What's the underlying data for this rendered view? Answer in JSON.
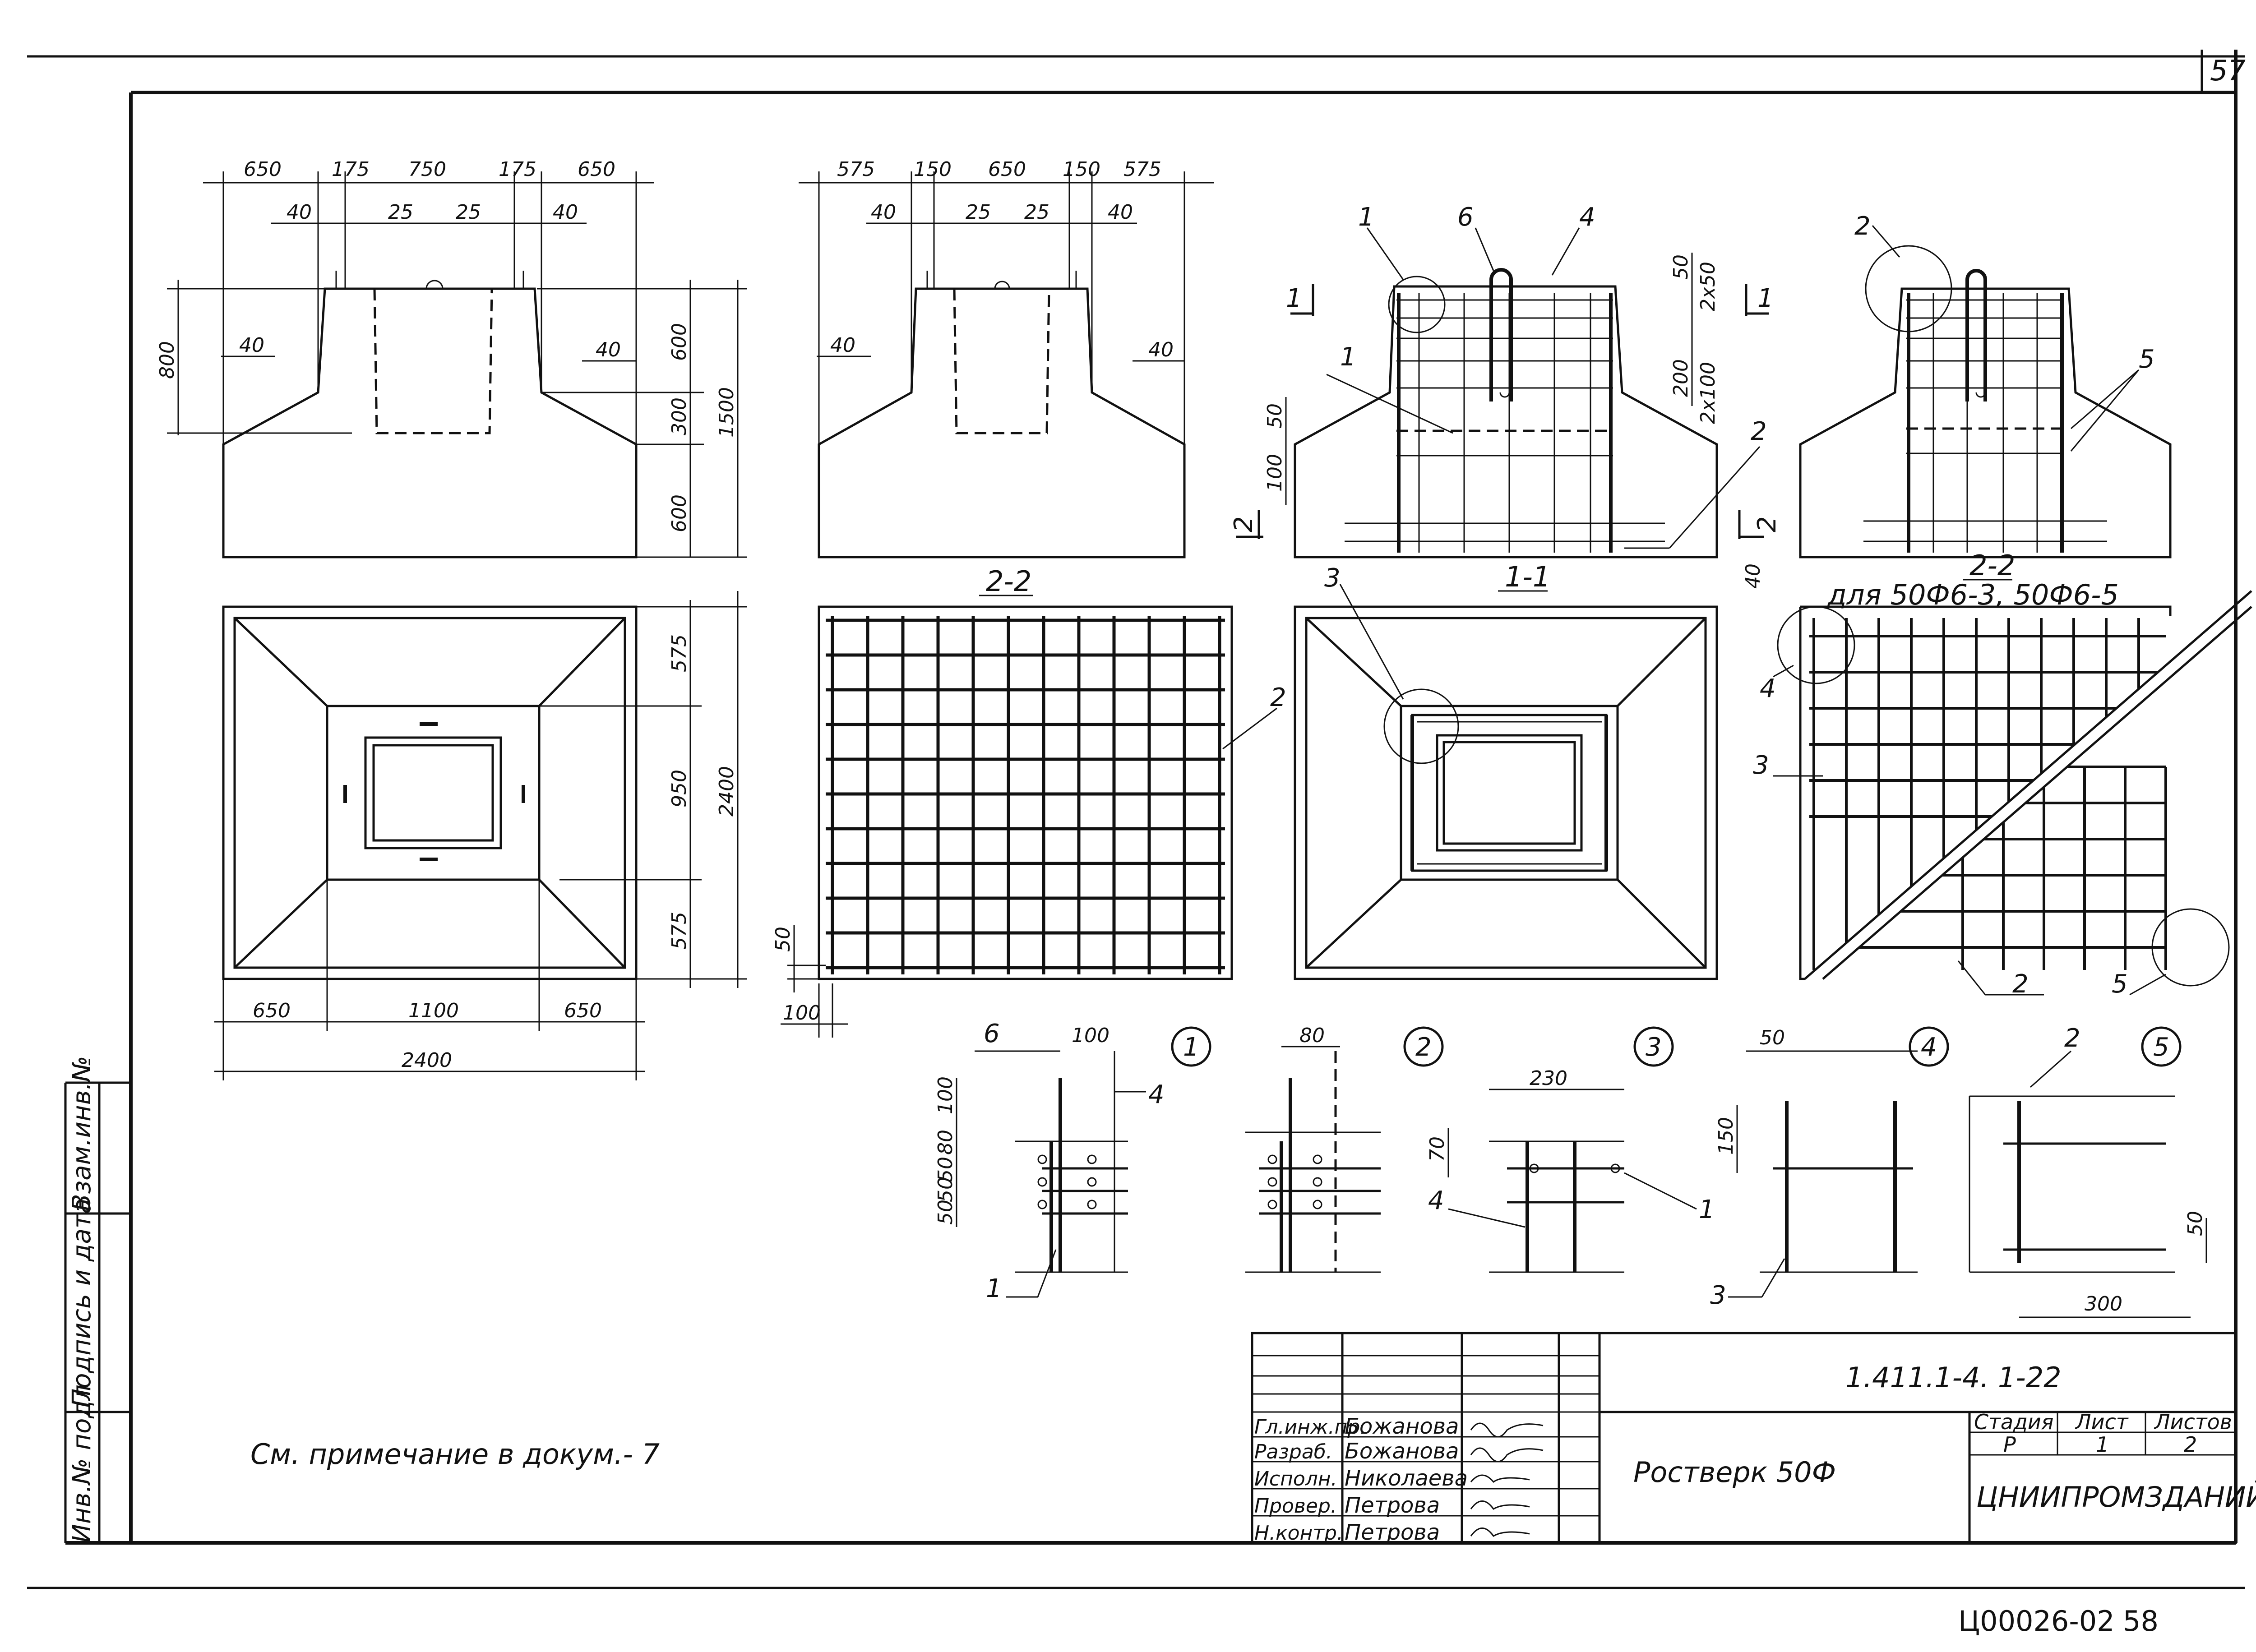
{
  "sheet": {
    "corner_number": "57",
    "document_code": "1.411.1-4. 1-22",
    "title": "Ростверк 50Ф",
    "organization": "ЦНИИПРОМЗДАНИЙ",
    "note": "См. примечание в докум.- 7",
    "archive_number": "Ц00026-02",
    "page_number": "58"
  },
  "left_margin": [
    "Инв.№ подл",
    "Подпись и дата",
    "Взам.инв.№"
  ],
  "title_block": {
    "roles": [
      "Гл.инж.пр.",
      "Разраб.",
      "Исполн.",
      "Провер.",
      "Н.контр."
    ],
    "names": [
      "Божанова",
      "Божанова",
      "Николаева",
      "Петрова",
      "Петрова"
    ],
    "stage_header": "Стадия",
    "sheet_header": "Лист",
    "sheets_header": "Листов",
    "stage": "Р",
    "sheet": "1",
    "sheets": "2"
  },
  "view_a": {
    "dims_top": [
      "650",
      "175",
      "750",
      "175",
      "650"
    ],
    "dims_inner": [
      "40",
      "25",
      "25",
      "40"
    ],
    "dim_40_left": "40",
    "dim_40_right": "40",
    "dim_800_left": "800",
    "dims_right": [
      "600",
      "300",
      "600"
    ],
    "dim_1500": "1500"
  },
  "view_b": {
    "dims_top": [
      "575",
      "150",
      "650",
      "150",
      "575"
    ],
    "dims_inner": [
      "40",
      "25",
      "25",
      "40"
    ],
    "dim_40_left": "40",
    "dim_40_right": "40",
    "caption": "2-2"
  },
  "view_c": {
    "caption": "1-1",
    "leaders": [
      "1",
      "6",
      "4",
      "1",
      "2"
    ],
    "section_marks": [
      "1",
      "1",
      "2",
      "2"
    ],
    "dims_right": [
      "50",
      "2х50",
      "200",
      "2х100"
    ],
    "dims_left": [
      "50",
      "100"
    ],
    "dim_40": "40"
  },
  "view_d": {
    "caption": "2-2",
    "leaders": [
      "2",
      "5"
    ]
  },
  "plan_a": {
    "dims_right": [
      "575",
      "950",
      "575"
    ],
    "dim_2400_right": "2400",
    "dims_bottom": [
      "650",
      "1100",
      "650"
    ],
    "dim_2400_bottom": "2400"
  },
  "plan_b": {
    "leader": "2",
    "dim_50": "50",
    "dim_100": "100"
  },
  "plan_c": {
    "leader": "3"
  },
  "plan_d": {
    "caption": "для 50Ф6-3, 50Ф6-5",
    "leaders": [
      "4",
      "3",
      "2",
      "5"
    ]
  },
  "details": {
    "d1": {
      "num": "1",
      "leaders": [
        "6",
        "4",
        "1"
      ],
      "dims": [
        "100",
        "100",
        "80",
        "50",
        "50",
        "50"
      ]
    },
    "d2": {
      "num": "2",
      "dims": [
        "80"
      ]
    },
    "d3": {
      "num": "3",
      "leaders": [
        "4",
        "1"
      ],
      "dims": [
        "230",
        "70"
      ]
    },
    "d4": {
      "num": "4",
      "leaders": [
        "3"
      ],
      "dims": [
        "50",
        "150"
      ]
    },
    "d5": {
      "num": "5",
      "leaders": [
        "2"
      ],
      "dims": [
        "50",
        "300"
      ]
    }
  }
}
